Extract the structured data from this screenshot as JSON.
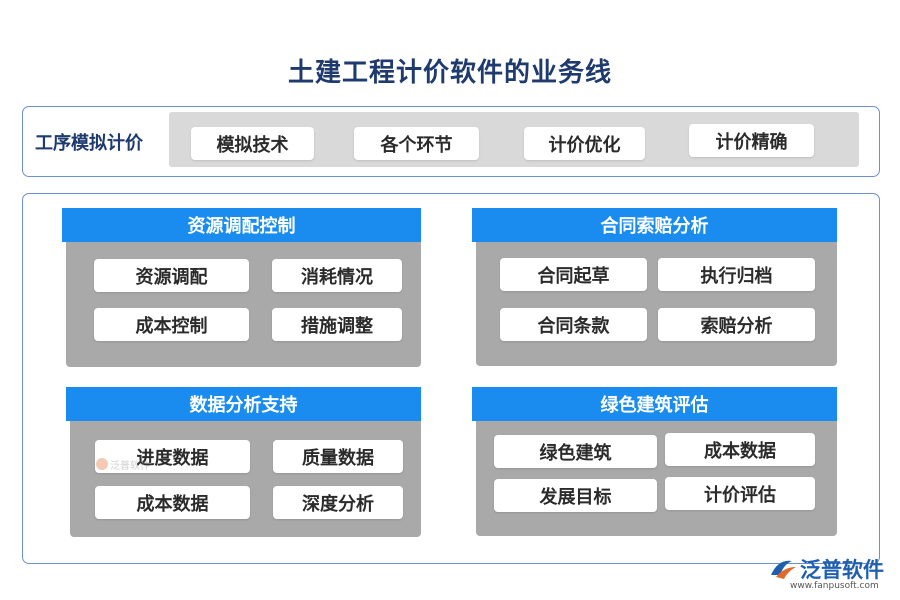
{
  "title": "土建工程计价软件的业务线",
  "top": {
    "label": "工序模拟计价",
    "items": [
      "模拟技术",
      "各个环节",
      "计价优化",
      "计价精确"
    ]
  },
  "groups": [
    {
      "header": "资源调配控制",
      "items": [
        "资源调配",
        "消耗情况",
        "成本控制",
        "措施调整"
      ]
    },
    {
      "header": "合同索赔分析",
      "items": [
        "合同起草",
        "执行归档",
        "合同条款",
        "索赔分析"
      ]
    },
    {
      "header": "数据分析支持",
      "items": [
        "进度数据",
        "质量数据",
        "成本数据",
        "深度分析"
      ]
    },
    {
      "header": "绿色建筑评估",
      "items": [
        "绿色建筑",
        "成本数据",
        "发展目标",
        "计价评估"
      ]
    }
  ],
  "watermark": {
    "text": "泛普软件",
    "icon": "fanpu-logo-icon"
  },
  "logo": {
    "text": "泛普软件",
    "url": "www.fanpusoft.com",
    "icon": "fanpu-logo-icon"
  },
  "colors": {
    "header": "#1a8cf0",
    "title": "#1e3a6e",
    "panel_border": "#6e8fd6",
    "group_body": "#a9a9a9",
    "top_band": "#d9d9d9"
  }
}
